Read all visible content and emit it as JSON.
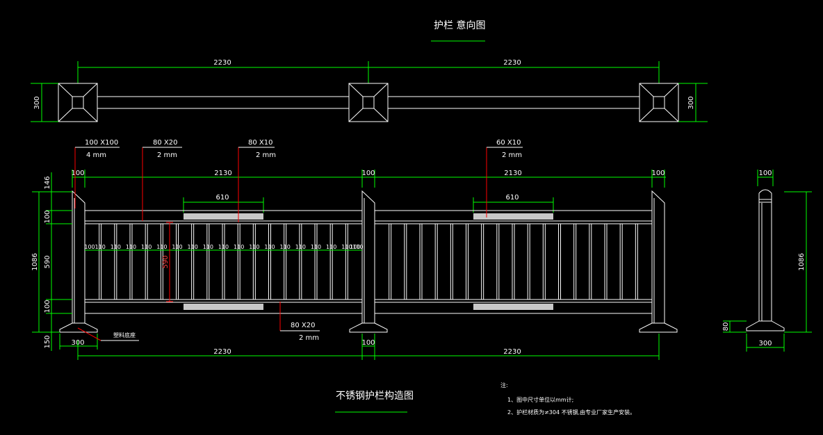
{
  "titles": {
    "plan": "护栏  意向图",
    "elevation": "不锈钢护栏构造图"
  },
  "plan_view": {
    "span_left": "2230",
    "span_right": "2230",
    "width_left": "300",
    "width_right": "300"
  },
  "callouts": {
    "post": {
      "size": "100 X100",
      "thick": "4 mm"
    },
    "top_rail": {
      "size": "80 X20",
      "thick": "2 mm"
    },
    "bar": {
      "size": "80 X10",
      "thick": "2 mm"
    },
    "plate": {
      "size": "60 X10",
      "thick": "2 mm"
    },
    "bottom_rail": {
      "size": "80 X20",
      "thick": "2 mm"
    },
    "base_label": "塑料底座"
  },
  "elevation_dims": {
    "post_w_1": "100",
    "bay_1": "2130",
    "post_w_2": "100",
    "bay_2": "2130",
    "post_w_3": "100",
    "plate_len_1": "610",
    "plate_len_2": "610",
    "total_h": "1086",
    "top_part": "146",
    "rail_top": "100",
    "infill": "590",
    "rail_bottom": "100",
    "base_h": "150",
    "infill_red": "590",
    "base_w": "300",
    "post_bottom_w": "100",
    "span_bottom_1": "2230",
    "span_bottom_2": "2230",
    "spacing_first": "100",
    "spacing": [
      "110",
      "110",
      "110",
      "110",
      "110",
      "110",
      "110",
      "110",
      "110",
      "110",
      "110",
      "110",
      "110",
      "110",
      "110",
      "110",
      "110",
      "110"
    ],
    "spacing_last": "100"
  },
  "side_view": {
    "post_w": "100",
    "height": "1086",
    "base_h": "80",
    "base_w": "300"
  },
  "notes": {
    "heading": "注:",
    "line1": "1、图中尺寸单位以mm计;",
    "line2": "2、护栏材质为≠304 不锈钢,由专业厂家生产安装。"
  }
}
